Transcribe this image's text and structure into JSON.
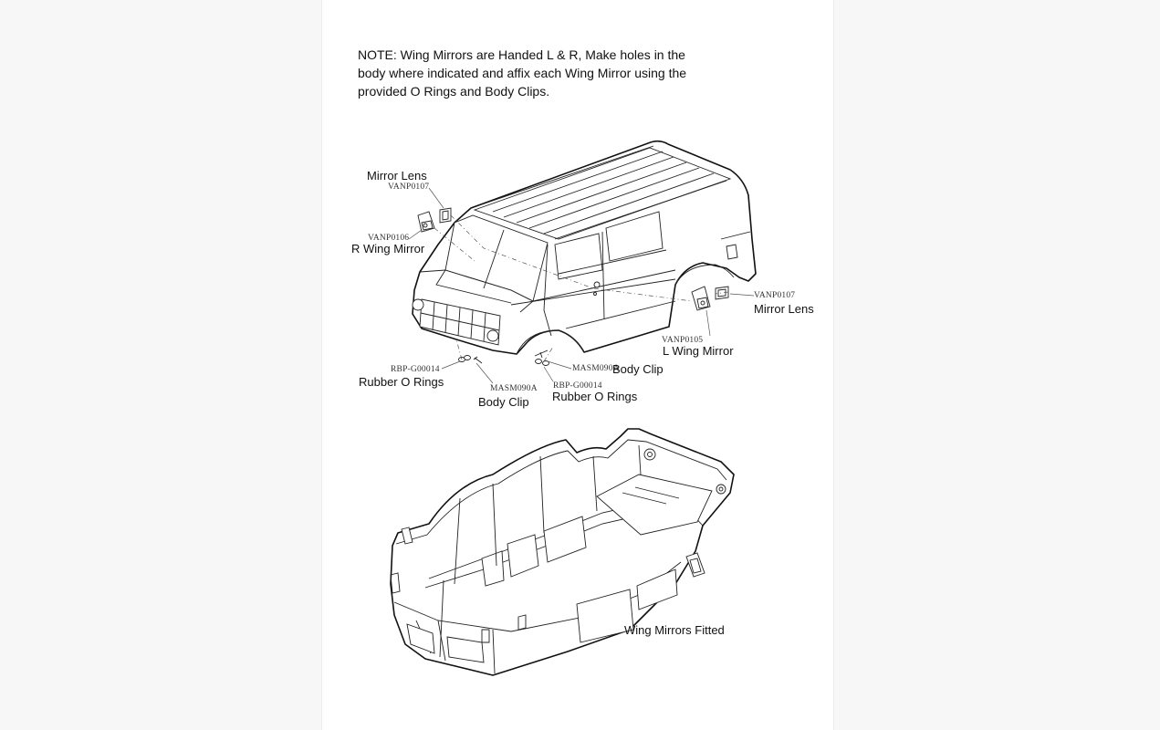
{
  "note": "NOTE: Wing Mirrors are Handed L & R, Make holes in the body where indicated and affix each Wing Mirror using the provided O Rings and Body Clips.",
  "labels": {
    "mirror_lens_r": "Mirror Lens",
    "code_vanp0107_r": "VANP0107",
    "code_vanp0106": "VANP0106",
    "r_wing_mirror": "R Wing Mirror",
    "code_vanp0107_l": "VANP0107",
    "mirror_lens_l": "Mirror Lens",
    "code_vanp0105": "VANP0105",
    "l_wing_mirror": "L Wing Mirror",
    "code_rbp_left": "RBP-G00014",
    "rubber_o_rings_left": "Rubber O Rings",
    "code_masm_left": "MASM090A",
    "body_clip_left": "Body Clip",
    "code_masm_right": "MASM090A",
    "body_clip_right": "Body Clip",
    "code_rbp_right": "RBP-G00014",
    "rubber_o_rings_right": "Rubber O Rings",
    "wing_mirrors_fitted": "Wing Mirrors Fitted"
  }
}
